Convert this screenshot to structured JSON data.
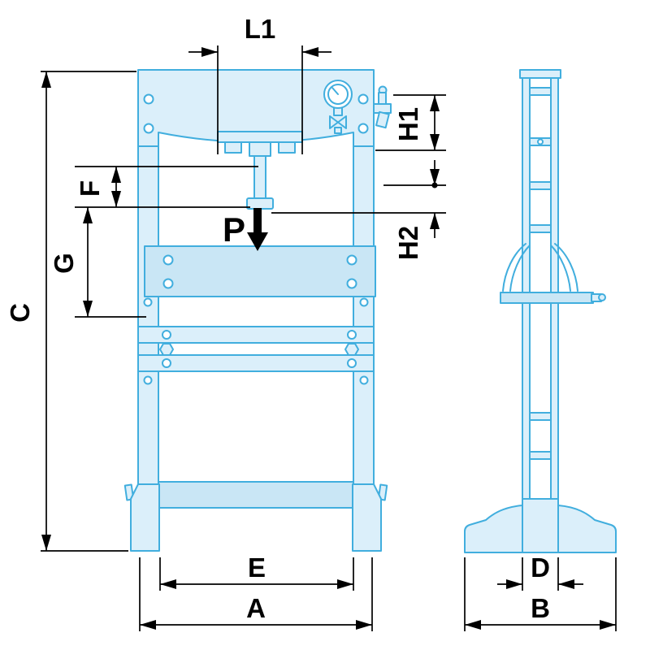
{
  "diagram": {
    "kind": "hydraulic-workshop-press-dimensional-drawing",
    "labels": {
      "l1": "L1",
      "c": "C",
      "f": "F",
      "g": "G",
      "h1": "H1",
      "h2": "H2",
      "p": "P",
      "e": "E",
      "a": "A",
      "d": "D",
      "b": "B"
    }
  },
  "colors": {
    "outline": "#41aede",
    "fill": "#dbeffa",
    "fill_dark": "#c9e6f5",
    "dim": "#000000",
    "bg": "#ffffff"
  }
}
